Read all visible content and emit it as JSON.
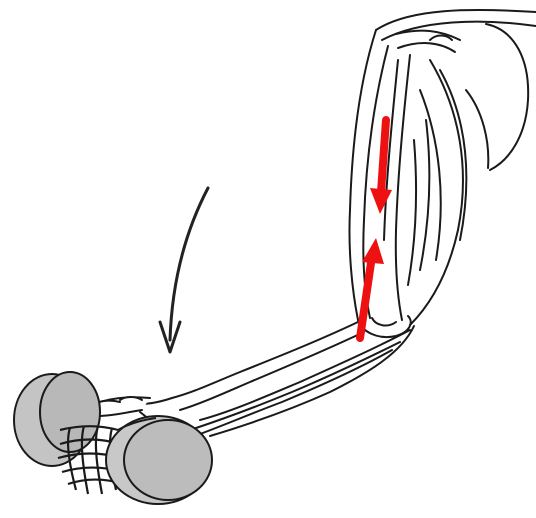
{
  "diagram": {
    "subject": "arm-lowering-dumbbell",
    "colors": {
      "line": "#1a1a1a",
      "dumbbell_fill": "#c8c8c8",
      "dumbbell_dark": "#9a9a9a",
      "arrow_red": "#ee1111",
      "background": "#ffffff"
    },
    "arrows": [
      {
        "name": "motion-arrow",
        "direction": "down",
        "color": "#222222"
      },
      {
        "name": "biceps-arrow-down",
        "direction": "down",
        "color": "#ee1111"
      },
      {
        "name": "biceps-arrow-up",
        "direction": "up",
        "color": "#ee1111"
      }
    ]
  }
}
